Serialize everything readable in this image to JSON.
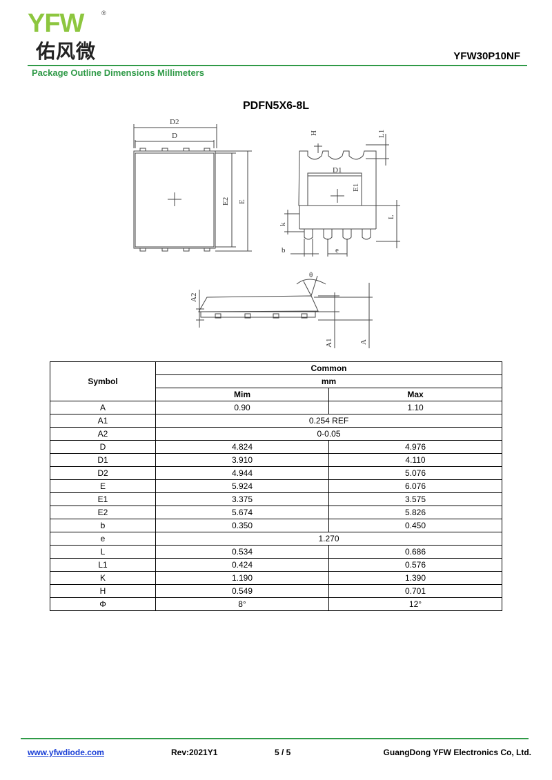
{
  "header": {
    "logo_letters": "YFW",
    "logo_cn": "佑风微",
    "logo_reg": "®",
    "part_number": "YFW30P10NF",
    "section_title": "Package Outline Dimensions Millimeters"
  },
  "package": {
    "title": "PDFN5X6-8L",
    "labels": {
      "D2": "D2",
      "D": "D",
      "E2": "E2",
      "E": "E",
      "H": "H",
      "L1": "L1",
      "D1": "D1",
      "E1": "E1",
      "k": "k",
      "L": "L",
      "b": "b",
      "e": "e",
      "theta": "θ",
      "A2": "A2",
      "A1": "A1",
      "A": "A"
    }
  },
  "table": {
    "symbol_header": "Symbol",
    "common_header": "Common",
    "unit_header": "mm",
    "min_header": "Mim",
    "max_header": "Max",
    "rows": [
      {
        "symbol": "A",
        "min": "0.90",
        "max": "1.10"
      },
      {
        "symbol": "A1",
        "span": "0.254 REF"
      },
      {
        "symbol": "A2",
        "span": "0-0.05"
      },
      {
        "symbol": "D",
        "min": "4.824",
        "max": "4.976"
      },
      {
        "symbol": "D1",
        "min": "3.910",
        "max": "4.110"
      },
      {
        "symbol": "D2",
        "min": "4.944",
        "max": "5.076"
      },
      {
        "symbol": "E",
        "min": "5.924",
        "max": "6.076"
      },
      {
        "symbol": "E1",
        "min": "3.375",
        "max": "3.575"
      },
      {
        "symbol": "E2",
        "min": "5.674",
        "max": "5.826"
      },
      {
        "symbol": "b",
        "min": "0.350",
        "max": "0.450"
      },
      {
        "symbol": "e",
        "span": "1.270"
      },
      {
        "symbol": "L",
        "min": "0.534",
        "max": "0.686"
      },
      {
        "symbol": "L1",
        "min": "0.424",
        "max": "0.576"
      },
      {
        "symbol": "K",
        "min": "1.190",
        "max": "1.390"
      },
      {
        "symbol": "H",
        "min": "0.549",
        "max": "0.701"
      },
      {
        "symbol": "Φ",
        "min": "8°",
        "max": "12°"
      }
    ]
  },
  "footer": {
    "url": "www.yfwdiode.com",
    "revision": "Rev:2021Y1",
    "page": "5 / 5",
    "company": "GuangDong YFW Electronics Co, Ltd."
  },
  "colors": {
    "brand_green": "#2f9a47",
    "logo_green": "#8dc63f",
    "link_blue": "#1a3fd6"
  }
}
